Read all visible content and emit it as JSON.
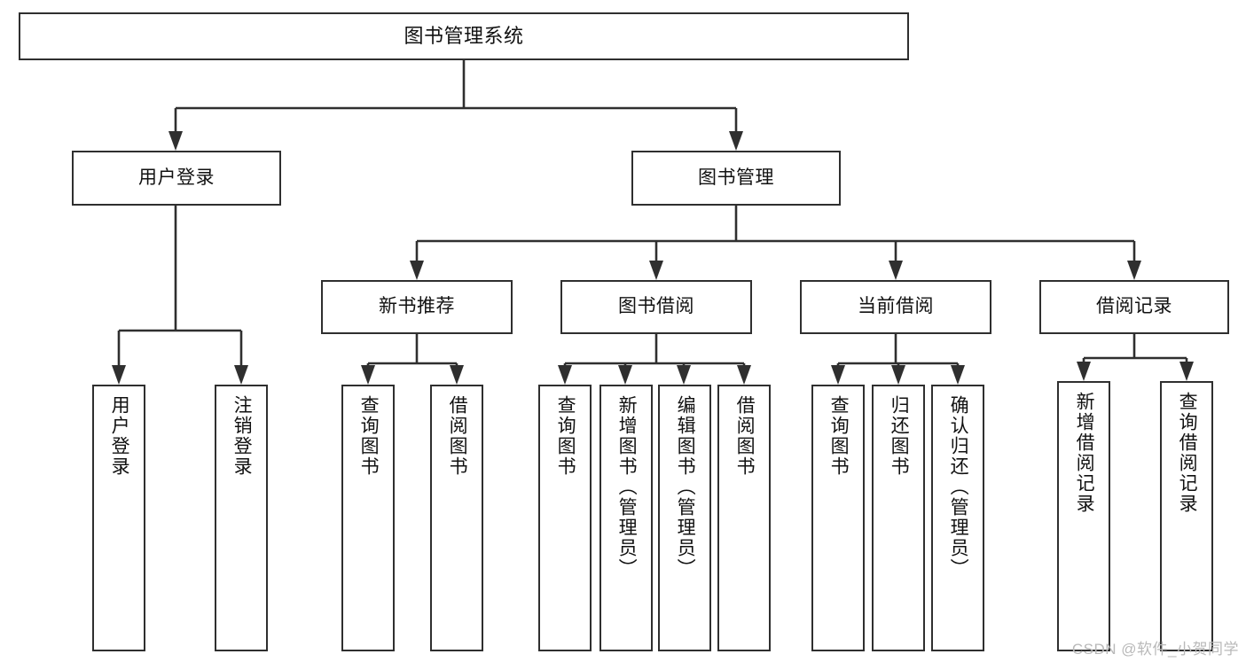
{
  "diagram": {
    "title": "图书管理系统",
    "type": "hierarchy-tree",
    "style": {
      "box_border_color": "#2f2f2f",
      "box_fill_color": "#ffffff",
      "connector_color": "#2f2f2f",
      "background_color": "#ffffff",
      "watermark_color": "#b9b9b9"
    },
    "levels": {
      "level1": [
        "图书管理系统"
      ],
      "level2": [
        "用户登录",
        "图书管理"
      ],
      "level3": [
        "新书推荐",
        "图书借阅",
        "当前借阅",
        "借阅记录"
      ],
      "level4": [
        "用户登录",
        "注销登录",
        "查询图书",
        "借阅图书",
        "查询图书",
        "新增图书（管理员）",
        "编辑图书（管理员）",
        "借阅图书",
        "查询图书",
        "归还图书",
        "确认归还（管理员）",
        "新增借阅记录",
        "查询借阅记录"
      ]
    },
    "nodes": {
      "root": {
        "label": "图书管理系统"
      },
      "user_login": {
        "label": "用户登录"
      },
      "book_manage": {
        "label": "图书管理"
      },
      "new_book_rec": {
        "label": "新书推荐"
      },
      "book_borrow": {
        "label": "图书借阅"
      },
      "current_borrow": {
        "label": "当前借阅"
      },
      "borrow_record": {
        "label": "借阅记录"
      },
      "leaf_user_login": {
        "label": "用户登录"
      },
      "leaf_logout": {
        "label": "注销登录"
      },
      "leaf_query_book_1": {
        "label": "查询图书"
      },
      "leaf_borrow_book_1": {
        "label": "借阅图书"
      },
      "leaf_query_book_2": {
        "label": "查询图书"
      },
      "leaf_add_book": {
        "label": "新增图书（管理员）"
      },
      "leaf_edit_book": {
        "label": "编辑图书（管理员）"
      },
      "leaf_borrow_book_2": {
        "label": "借阅图书"
      },
      "leaf_query_book_3": {
        "label": "查询图书"
      },
      "leaf_return_book": {
        "label": "归还图书"
      },
      "leaf_confirm_return": {
        "label": "确认归还（管理员）"
      },
      "leaf_add_record": {
        "label": "新增借阅记录"
      },
      "leaf_query_record": {
        "label": "查询借阅记录"
      }
    },
    "watermark": "CSDN @软件_小贺同学"
  }
}
